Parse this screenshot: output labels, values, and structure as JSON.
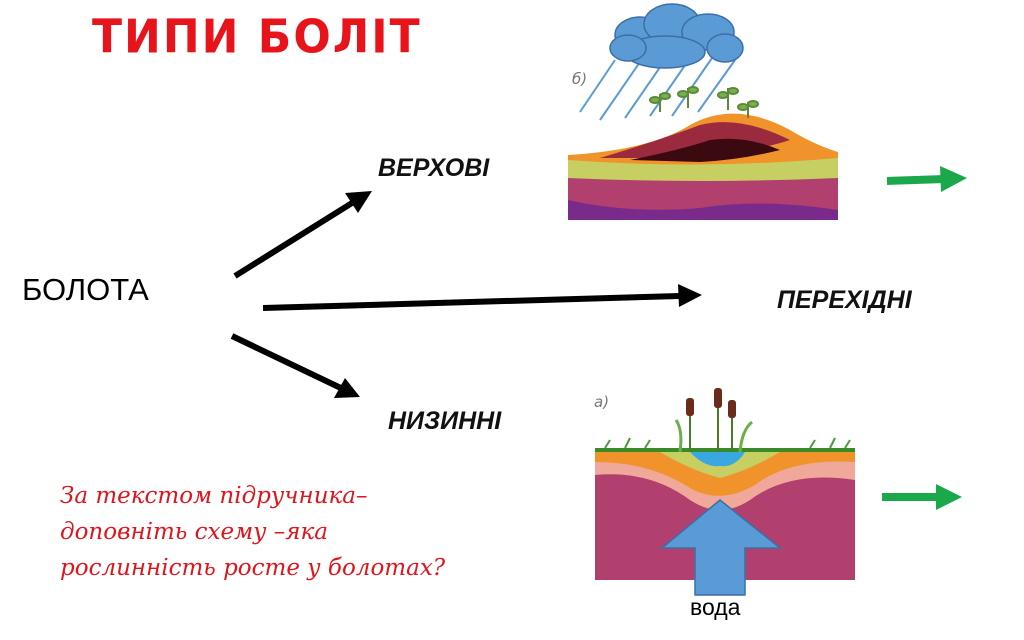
{
  "title": "ТИПИ БОЛІТ",
  "root": "БОЛОТА",
  "types": {
    "upland": "ВЕРХОВІ",
    "transitional": "ПЕРЕХІДНІ",
    "lowland": "НИЗИННІ"
  },
  "instruction": "За текстом підручника– доповніть схему –яка рослинність росте у болотах?",
  "diagrams": {
    "upland_letter": "б)",
    "lowland_letter": "а)",
    "water_label": "вода"
  },
  "colors": {
    "title": "#e8141c",
    "instruction": "#e0141c",
    "green_arrow": "#1aa84a",
    "cloud": "#5b9bd5",
    "water_arrow": "#5b9bd5"
  }
}
